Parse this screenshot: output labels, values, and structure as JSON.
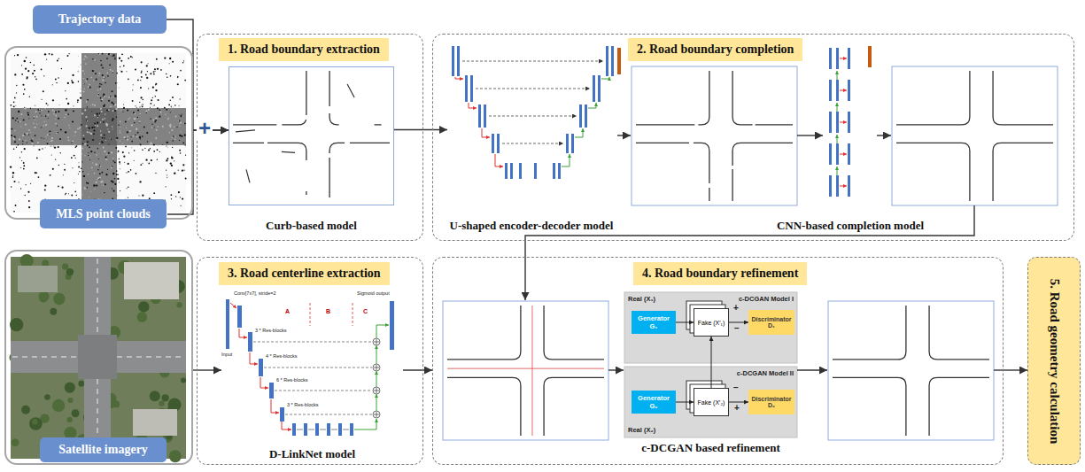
{
  "diagram": {
    "nodes": [
      {
        "text": [
          "Trajectory data"
        ]
      },
      {
        "text": [
          "MLS point clouds"
        ]
      },
      {
        "text": [
          "1. Road boundary extraction"
        ]
      },
      {
        "text": [
          "Curb-based model"
        ],
        "in": 2
      },
      {
        "text": [
          "2. Road boundary completion"
        ]
      },
      {
        "text": [
          "U-shaped encoder-decoder model"
        ],
        "in": 4
      },
      {
        "text": [
          "CNN-based completion model"
        ],
        "in": 4
      },
      {
        "text": [
          "Satellite imagery"
        ]
      },
      {
        "text": [
          "3. Road centerline extraction"
        ]
      },
      {
        "text": [
          "D-LinkNet model"
        ],
        "in": 8
      },
      {
        "text": [
          "4. Road boundary refinement"
        ]
      },
      {
        "text": [
          "c-DCGAN based refinement"
        ],
        "in": 10
      },
      {
        "text": [
          "Real (X₁)",
          "c-DCGAN Model I"
        ],
        "in": 11
      },
      {
        "text": [
          "Generator G₁"
        ],
        "in": 12
      },
      {
        "text": [
          "Fake (X′₁)"
        ],
        "in": 12
      },
      {
        "text": [
          "Discriminator D₁"
        ],
        "in": 12
      },
      {
        "text": [
          "c-DCGAN Model II",
          "Real (X₂)"
        ],
        "in": 11
      },
      {
        "text": [
          "Generator G₂"
        ],
        "in": 16
      },
      {
        "text": [
          "Fake (X′₂)"
        ],
        "in": 16
      },
      {
        "text": [
          "Discriminator D₂"
        ],
        "in": 16
      },
      {
        "text": [
          "5. Road geometry calculation"
        ]
      }
    ],
    "edges": [
      {
        "from": 0,
        "to": 3,
        "arrow": "to"
      },
      {
        "from": 1,
        "to": 3,
        "arrow": "to"
      },
      {
        "from": 3,
        "to": 5,
        "arrow": "to"
      },
      {
        "from": 7,
        "to": 9,
        "arrow": "to"
      },
      {
        "from": 9,
        "to": 10,
        "arrow": "to"
      },
      {
        "from": 13,
        "to": 14,
        "arrow": "to"
      },
      {
        "from": 14,
        "to": 15,
        "arrow": "to"
      },
      {
        "from": 17,
        "to": 18,
        "arrow": "to"
      },
      {
        "from": 18,
        "to": 19,
        "arrow": "to"
      },
      {
        "from": 18,
        "to": 14,
        "arrow": "to"
      },
      {
        "from": 10,
        "to": 20,
        "arrow": "to"
      }
    ],
    "labels": [
      "+",
      "Conv[7x7], stride=2",
      "Input",
      "A",
      "B",
      "C",
      "Sigmoid output",
      "3 * Res-blocks",
      "4 * Res-blocks",
      "6 * Res-blocks",
      "3 * Res-blocks",
      "+",
      "−",
      "−",
      "+"
    ]
  }
}
